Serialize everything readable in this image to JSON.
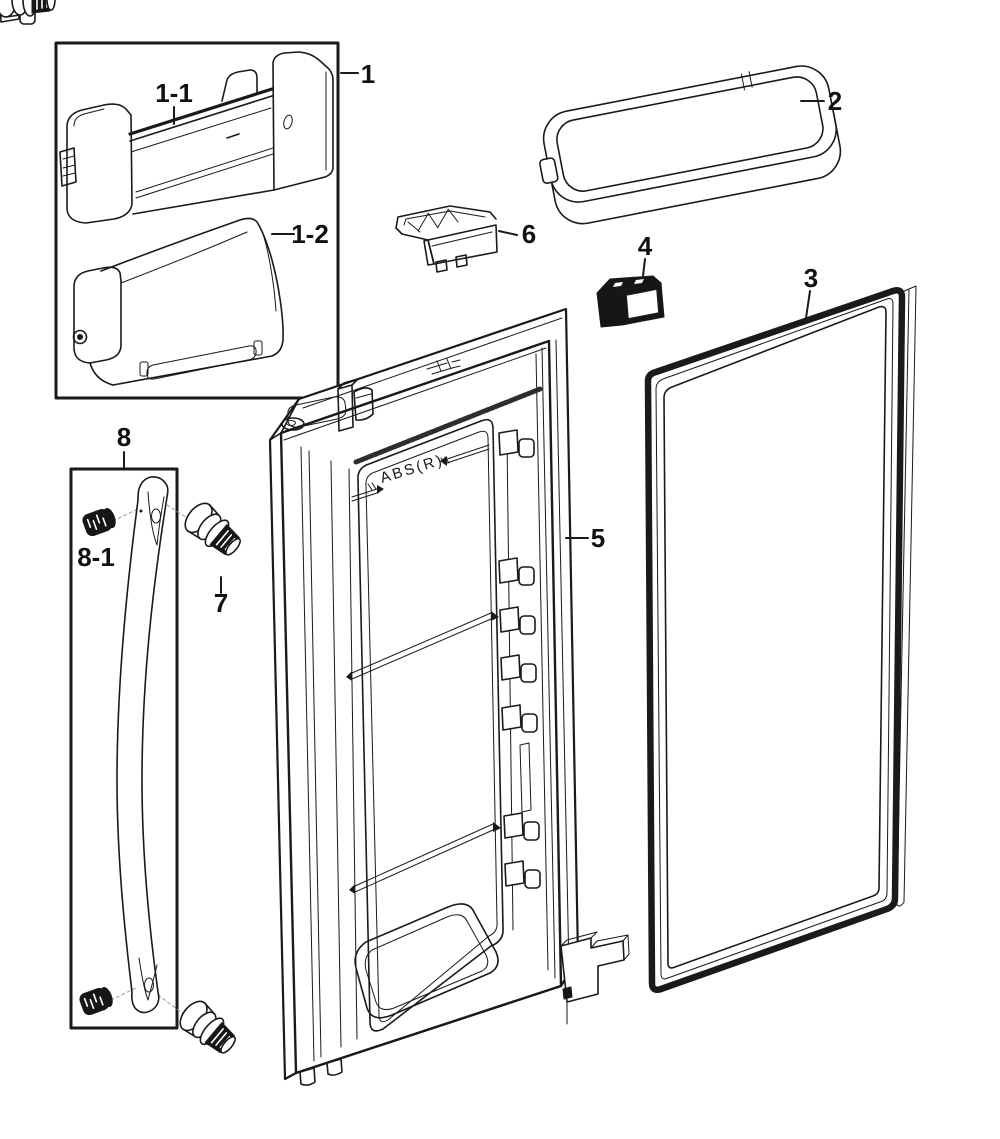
{
  "page": {
    "background_color": "#ffffff",
    "line_color": "#1a1a1a"
  },
  "callouts": {
    "part_1": "1",
    "part_1_1": "1-1",
    "part_1_2": "1-2",
    "part_2": "2",
    "part_3": "3",
    "part_4": "4",
    "part_5": "5",
    "part_6": "6",
    "part_7": "7",
    "part_8": "8",
    "part_8_1": "8-1"
  },
  "markings": {
    "door_liner_material": "ABS(R)"
  }
}
